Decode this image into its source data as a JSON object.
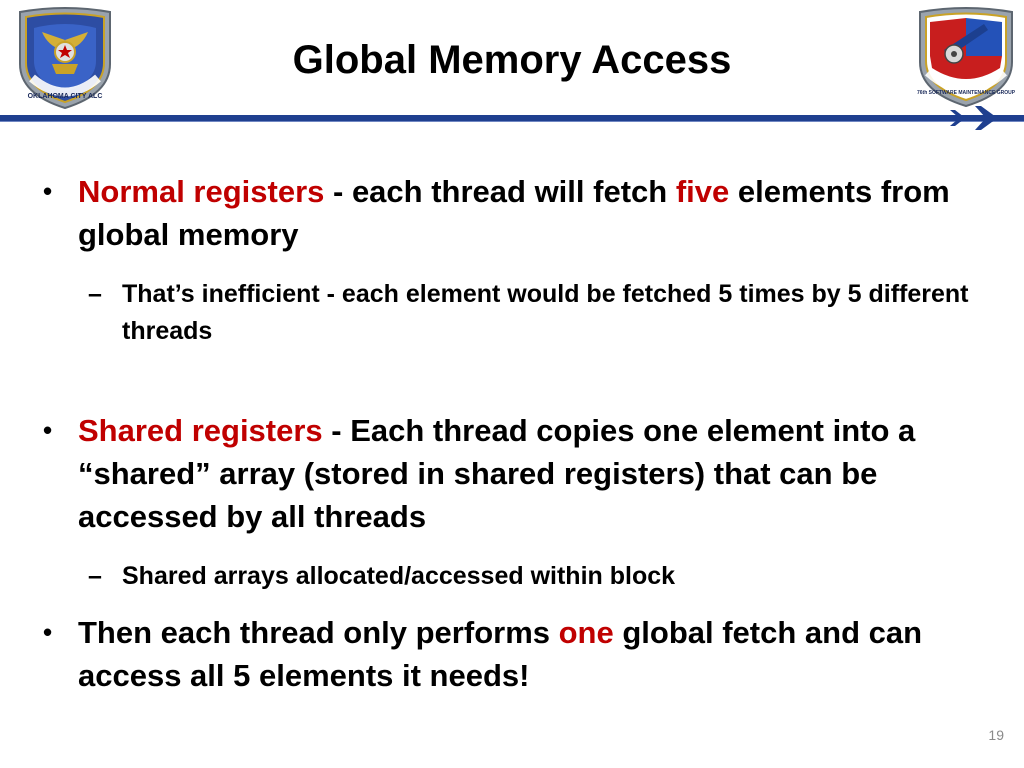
{
  "slide": {
    "title": "Global Memory Access",
    "page_number": "19"
  },
  "logos": {
    "left": {
      "ring_text": "OKLAHOMA CITY ALC",
      "icon": "oklahoma-city-alc-emblem-icon"
    },
    "right": {
      "ring_text": "76th SOFTWARE MAINTENANCE GROUP",
      "icon": "software-maintenance-group-emblem-icon"
    }
  },
  "header_rule": {
    "color": "#1f3f8f",
    "icon": "jet-silhouette-icon"
  },
  "colors": {
    "accent": "#c00000",
    "text": "#000000",
    "rule": "#1f3f8f"
  },
  "bullets": [
    {
      "mark": "•",
      "segments": [
        {
          "text": "Normal registers",
          "accent": true
        },
        {
          "text": " - each thread will fetch ",
          "accent": false
        },
        {
          "text": "five",
          "accent": true
        },
        {
          "text": " elements from global memory",
          "accent": false
        }
      ],
      "sub": [
        {
          "mark": "–",
          "text": "That’s inefficient - each element would be fetched 5 times by 5 different threads"
        }
      ]
    },
    {
      "mark": "•",
      "segments": [
        {
          "text": "Shared registers",
          "accent": true
        },
        {
          "text": " - Each thread copies one element into a “shared” array (stored in shared registers) that can be accessed by all threads",
          "accent": false
        }
      ],
      "sub": [
        {
          "mark": "–",
          "text": "Shared arrays allocated/accessed within block"
        }
      ]
    },
    {
      "mark": "•",
      "segments": [
        {
          "text": "Then each thread only performs ",
          "accent": false
        },
        {
          "text": "one",
          "accent": true
        },
        {
          "text": " global fetch and can access all 5 elements it needs!",
          "accent": false
        }
      ],
      "sub": []
    }
  ]
}
